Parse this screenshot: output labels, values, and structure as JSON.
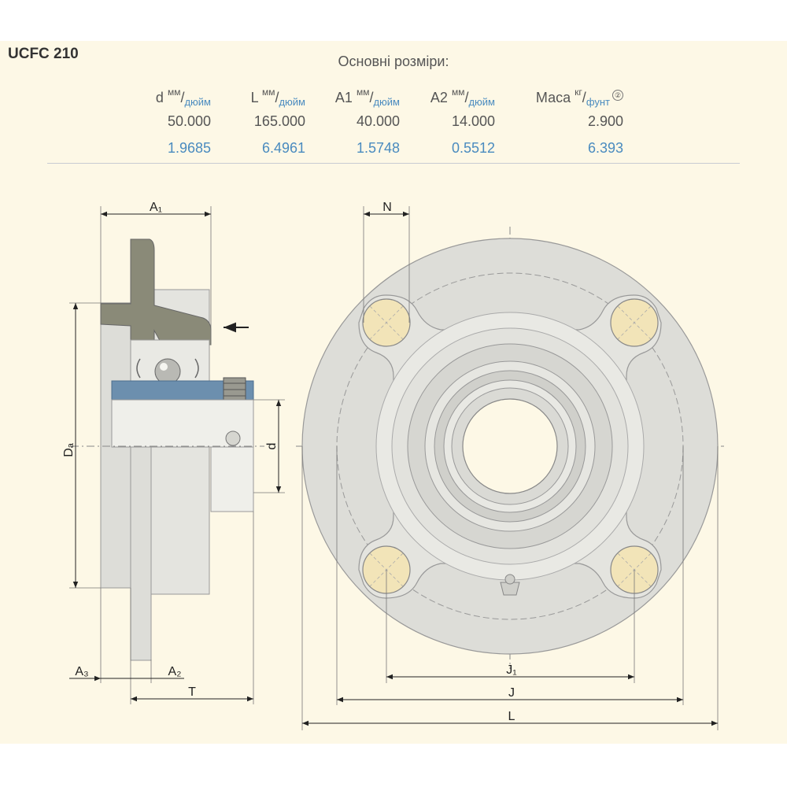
{
  "product": {
    "title": "UCFC 210",
    "subtitle": "Основні розміри:"
  },
  "table": {
    "columns": [
      {
        "sym": "d",
        "unit_top": "мм",
        "unit_bottom": "дюйм",
        "metric": "50.000",
        "imperial": "1.9685"
      },
      {
        "sym": "L",
        "unit_top": "мм",
        "unit_bottom": "дюйм",
        "metric": "165.000",
        "imperial": "6.4961"
      },
      {
        "sym": "A1",
        "unit_top": "мм",
        "unit_bottom": "дюйм",
        "metric": "40.000",
        "imperial": "1.5748"
      },
      {
        "sym": "A2",
        "unit_top": "мм",
        "unit_bottom": "дюйм",
        "metric": "14.000",
        "imperial": "0.5512"
      },
      {
        "sym": "Маса",
        "unit_top": "кг",
        "unit_bottom": "фунт",
        "metric": "2.900",
        "imperial": "6.393",
        "note": "②"
      }
    ]
  },
  "diagram": {
    "labels": {
      "A1": "A₁",
      "Da": "Dₐ",
      "d": "d",
      "A3": "A₃",
      "A2": "A₂",
      "T": "T",
      "N": "N",
      "J1": "J₁",
      "J": "J",
      "L": "L"
    }
  },
  "colors": {
    "housing": "#ddddd8",
    "housing_dark": "#c9c9c4",
    "flange_section": "#8a8a78",
    "inner_ring": "#6c8fae",
    "imperial_text": "#4a8bbf",
    "background": "#fdf8e6",
    "bolt_hole": "#f2e4b8"
  }
}
